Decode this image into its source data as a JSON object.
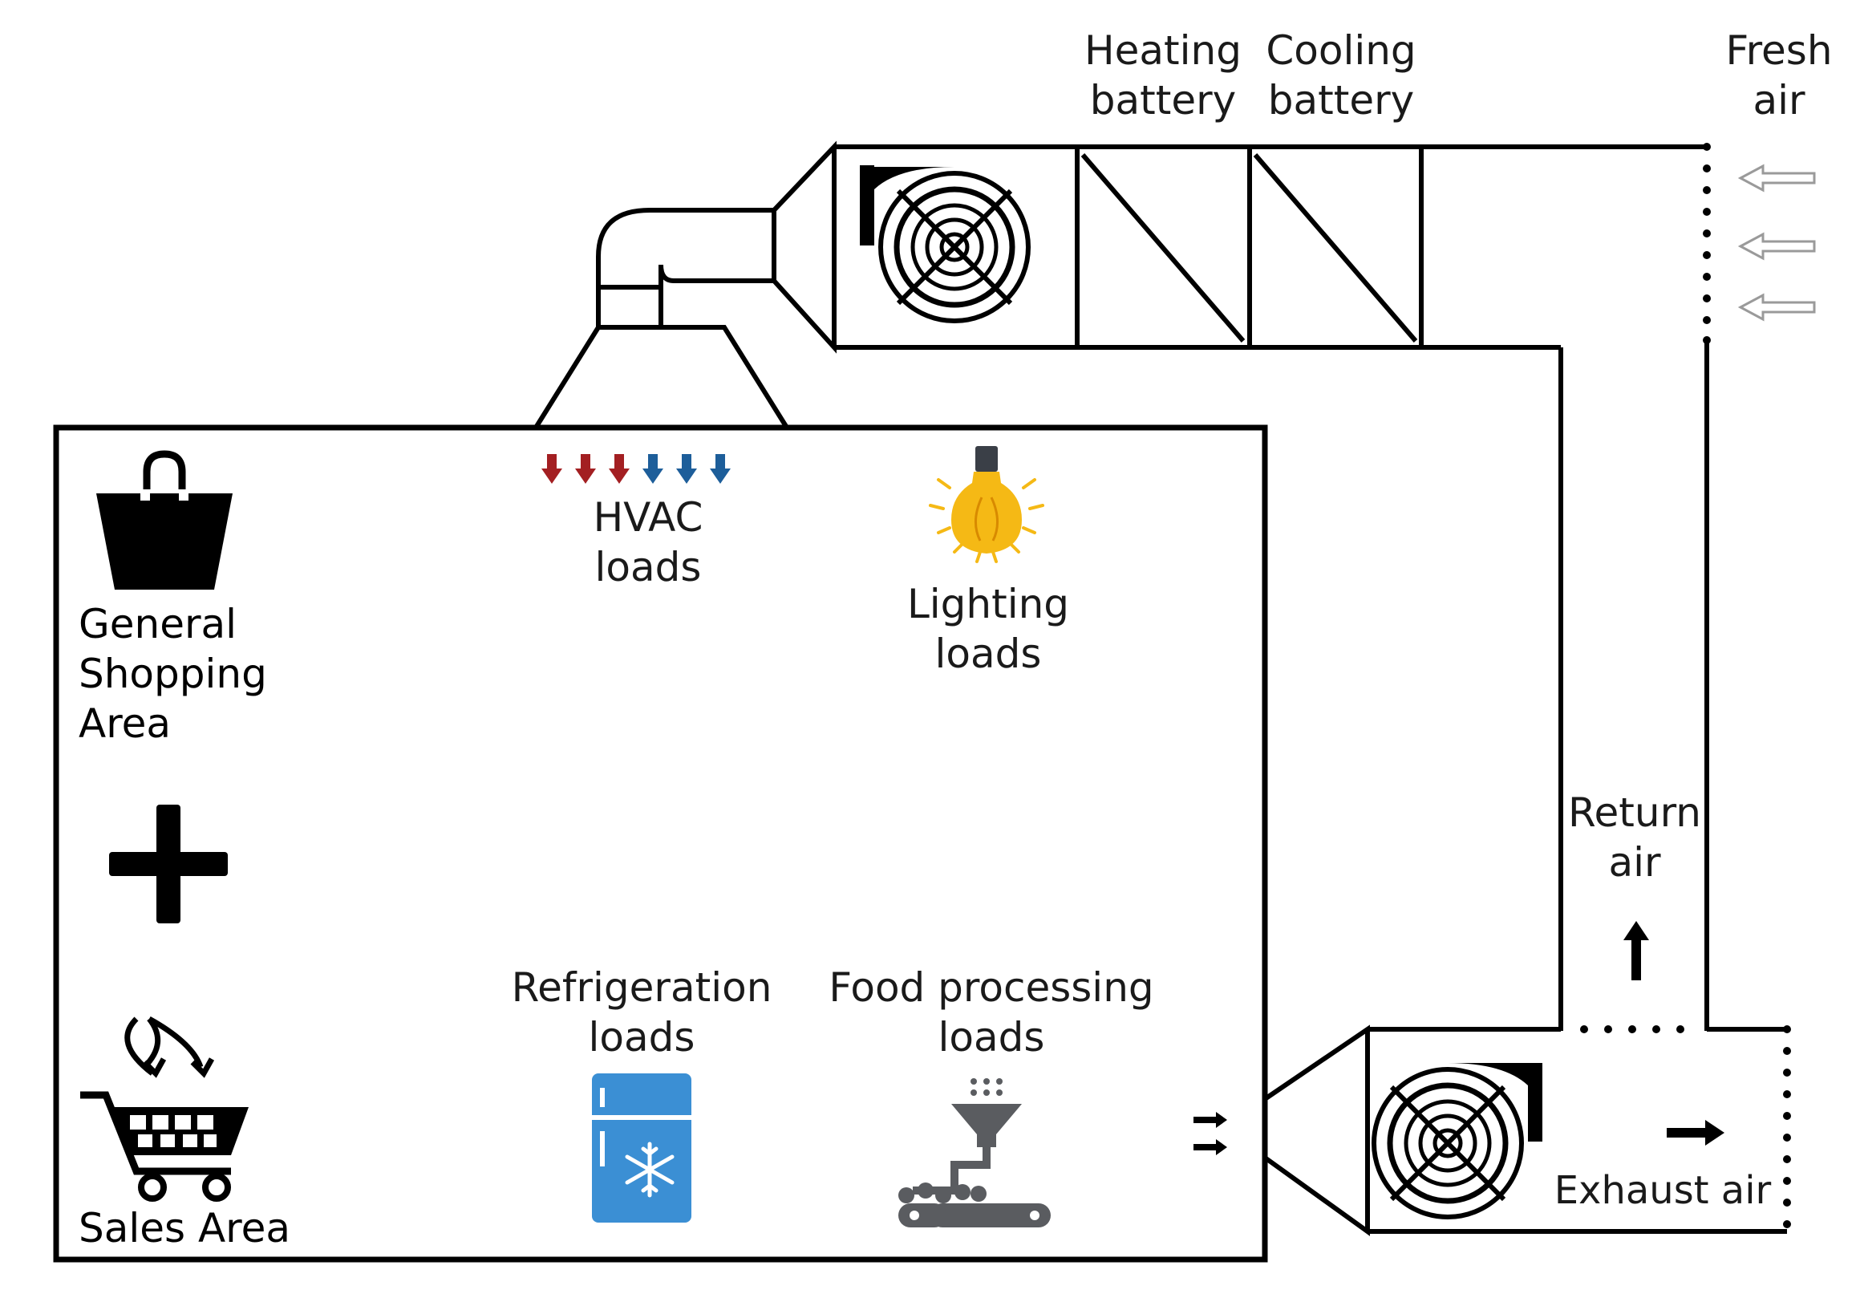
{
  "labels": {
    "heating_battery": [
      "Heating",
      "battery"
    ],
    "cooling_battery": [
      "Cooling",
      "battery"
    ],
    "fresh_air": [
      "Fresh",
      "air"
    ],
    "hvac_loads": [
      "HVAC",
      "loads"
    ],
    "lighting_loads": [
      "Lighting",
      "loads"
    ],
    "general_shopping_area": [
      "General",
      "Shopping",
      "Area"
    ],
    "sales_area": "Sales Area",
    "refrigeration_loads": [
      "Refrigeration",
      "loads"
    ],
    "food_processing_loads": [
      "Food processing",
      "loads"
    ],
    "return_air": [
      "Return",
      "air"
    ],
    "exhaust_air": "Exhaust air"
  },
  "icons": {
    "shopping_bag": "shopping-bag-icon",
    "plus": "plus-icon",
    "cart": "shopping-cart-icon",
    "bulb": "light-bulb-icon",
    "fridge": "refrigerator-icon",
    "food_processor": "food-processing-icon",
    "fan": "fan-icon"
  },
  "colors": {
    "line": "#000000",
    "warm_arrow": "#a31f22",
    "cool_arrow": "#1d5e9a",
    "fridge_blue": "#3b8fd4",
    "bulb_yellow": "#f5b915",
    "processor_gray": "#5a5c60",
    "fresh_arrow": "#9a9a9a"
  }
}
